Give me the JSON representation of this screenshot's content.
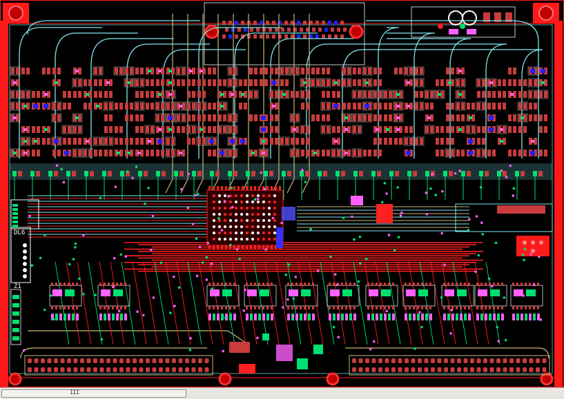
{
  "window": {
    "scrollbar_grip": "III"
  },
  "board": {
    "silk_labels": [
      "DL6",
      "Z1"
    ],
    "colors": {
      "background": "#000000",
      "board_edge": "#ff1a1a",
      "top_copper": "#ff2020",
      "bottom_copper": "#00e070",
      "traces_cyan": "#7fe9f0",
      "traces_khaki": "#c8b878",
      "pads": "#c83c3c",
      "vias": "#ff60ff",
      "silkscreen": "#ffffff",
      "blue_pads": "#2020ff"
    }
  }
}
